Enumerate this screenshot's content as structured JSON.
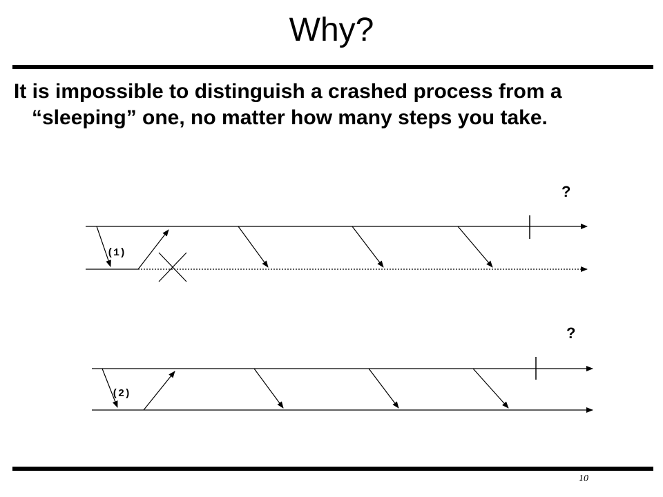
{
  "slide": {
    "title": "Why?",
    "body_text": "It is impossible to distinguish a crashed process from a “sleeping” one, no matter how many steps you take.",
    "page_number": "10"
  },
  "diagram": {
    "scenarios": [
      {
        "label": "(1)",
        "query_mark": "?",
        "second_process": "crashed"
      },
      {
        "label": "(2)",
        "query_mark": "?",
        "second_process": "sleeping"
      }
    ]
  }
}
